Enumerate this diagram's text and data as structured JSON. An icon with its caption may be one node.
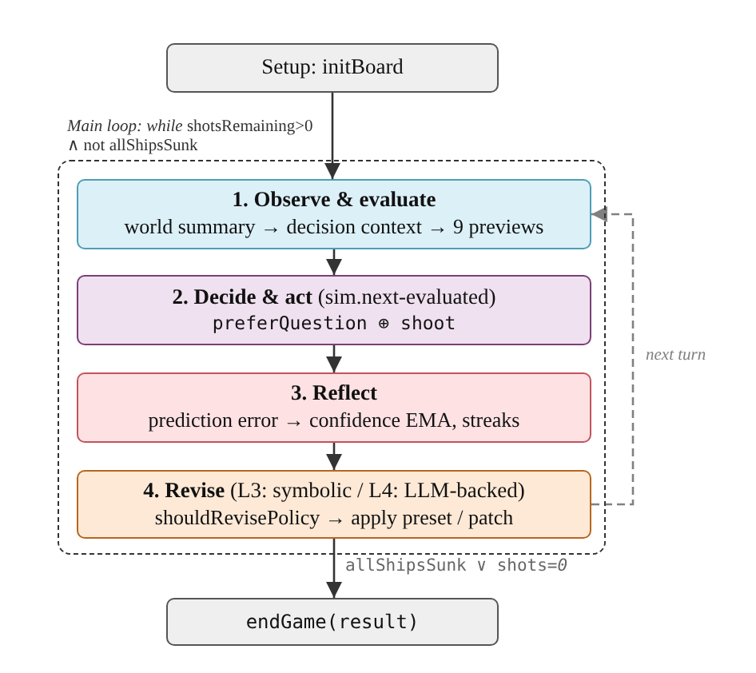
{
  "diagram": {
    "nodes": [
      {
        "text": [
          "Setup: initBoard"
        ]
      },
      {
        "text": [
          "*Main loop: while* shotsRemaining>0 ∧ not allShipsSunk"
        ]
      },
      {
        "text": [
          "1. Observe & evaluate",
          "world summary → decision context → 9 previews"
        ],
        "in": 1
      },
      {
        "text": [
          "**2. Decide & act** (sim.next-evaluated)",
          "preferQuestion ⊕ shoot"
        ],
        "in": 1
      },
      {
        "text": [
          "3. Reflect",
          "prediction error → confidence EMA, streaks"
        ],
        "in": 1
      },
      {
        "text": [
          "**4. Revise** (L3: symbolic / L4: LLM-backed)",
          "shouldRevisePolicy → apply preset / patch"
        ],
        "in": 1
      },
      {
        "text": [
          "endGame(result)"
        ]
      }
    ],
    "edges": [
      {
        "from": 0,
        "to": 2,
        "arrow": "to"
      },
      {
        "from": 2,
        "to": 3,
        "arrow": "to"
      },
      {
        "from": 3,
        "to": 4,
        "arrow": "to"
      },
      {
        "from": 4,
        "to": 5,
        "arrow": "to"
      },
      {
        "from": 5,
        "to": 6,
        "arrow": "to",
        "label": "allShipsSunk ∨ shots=*0*"
      },
      {
        "from": 5,
        "to": 2,
        "arrow": "to",
        "label": "next turn",
        "style": "dashed",
        "color": "#808080"
      }
    ]
  }
}
